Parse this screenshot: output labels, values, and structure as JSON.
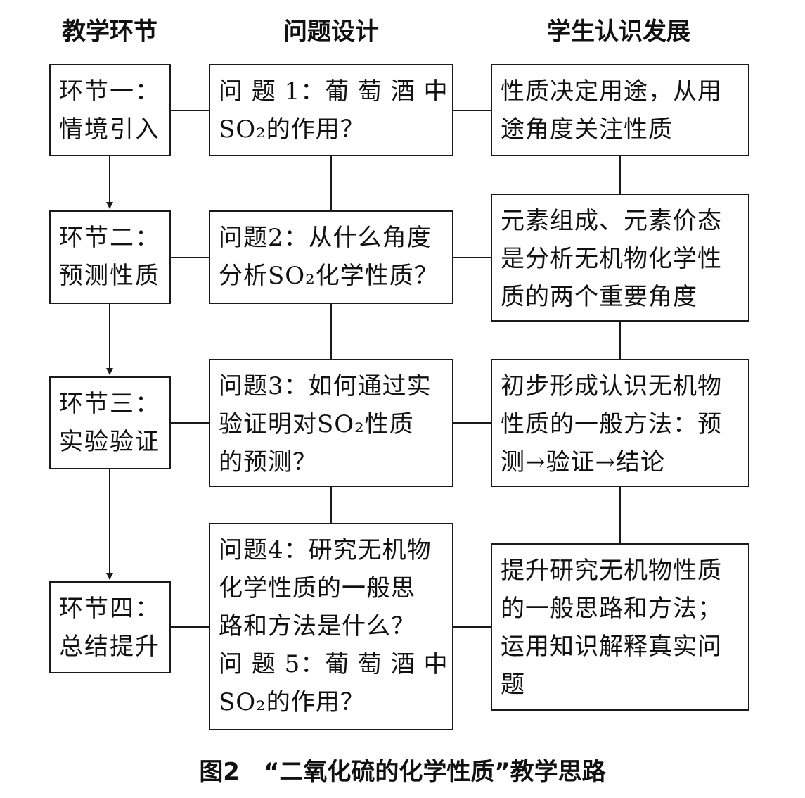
{
  "headers": {
    "stage": "教学环节",
    "question": "问题设计",
    "development": "学生认识发展"
  },
  "stages": [
    {
      "lines": [
        "环节一：",
        "情境引入"
      ]
    },
    {
      "lines": [
        "环节二：",
        "预测性质"
      ]
    },
    {
      "lines": [
        "环节三：",
        "实验验证"
      ]
    },
    {
      "lines": [
        "环节四：",
        "总结提升"
      ]
    }
  ],
  "questions": [
    {
      "lines": [
        "问 题 1：葡 萄 酒 中",
        "SO₂的作用？"
      ]
    },
    {
      "lines": [
        "问题2：从什么角度",
        "分析SO₂化学性质？"
      ]
    },
    {
      "lines": [
        "问题3：如何通过实",
        "验证明对SO₂性质",
        "的预测？"
      ]
    },
    {
      "lines": [
        "问题4：研究无机物",
        "化学性质的一般思",
        "路和方法是什么？",
        "问 题 5：葡 萄 酒 中",
        "SO₂的作用？"
      ]
    }
  ],
  "developments": [
    {
      "lines": [
        "性质决定用途，从用",
        "途角度关注性质"
      ]
    },
    {
      "lines": [
        "元素组成、元素价态",
        "是分析无机物化学性",
        "质的两个重要角度"
      ]
    },
    {
      "lines": [
        "初步形成认识无机物",
        "性质的一般方法：预",
        "测→验证→结论"
      ]
    },
    {
      "lines": [
        "提升研究无机物性质",
        "的一般思路和方法；",
        "运用知识解释真实问",
        "题"
      ]
    }
  ],
  "caption": "图2　“二氧化硫的化学性质”教学思路"
}
